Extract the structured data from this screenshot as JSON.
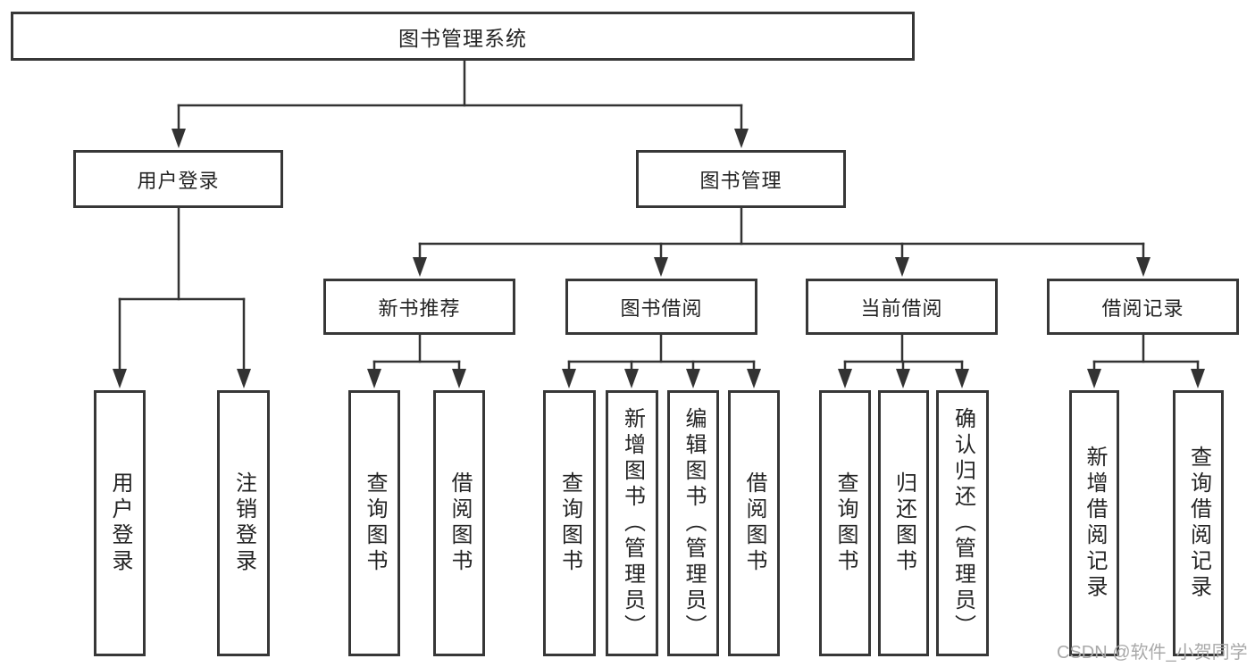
{
  "diagram": {
    "title": "图书管理系统",
    "user_login": {
      "label": "用户登录",
      "children": [
        "用户登录",
        "注销登录"
      ]
    },
    "book_management": {
      "label": "图书管理",
      "sections": [
        {
          "label": "新书推荐",
          "children": [
            "查询图书",
            "借阅图书"
          ]
        },
        {
          "label": "图书借阅",
          "children": [
            "查询图书",
            "新增图书（管理员）",
            "编辑图书（管理员）",
            "借阅图书"
          ]
        },
        {
          "label": "当前借阅",
          "children": [
            "查询图书",
            "归还图书",
            "确认归还（管理员）"
          ]
        },
        {
          "label": "借阅记录",
          "children": [
            "新增借阅记录",
            "查询借阅记录"
          ]
        }
      ]
    }
  },
  "watermark": "CSDN @软件_小贺同学",
  "colors": {
    "line": "#333333",
    "box_border": "#373737",
    "text": "#242424",
    "watermark": "#a9a9a9",
    "background": "#ffffff"
  }
}
